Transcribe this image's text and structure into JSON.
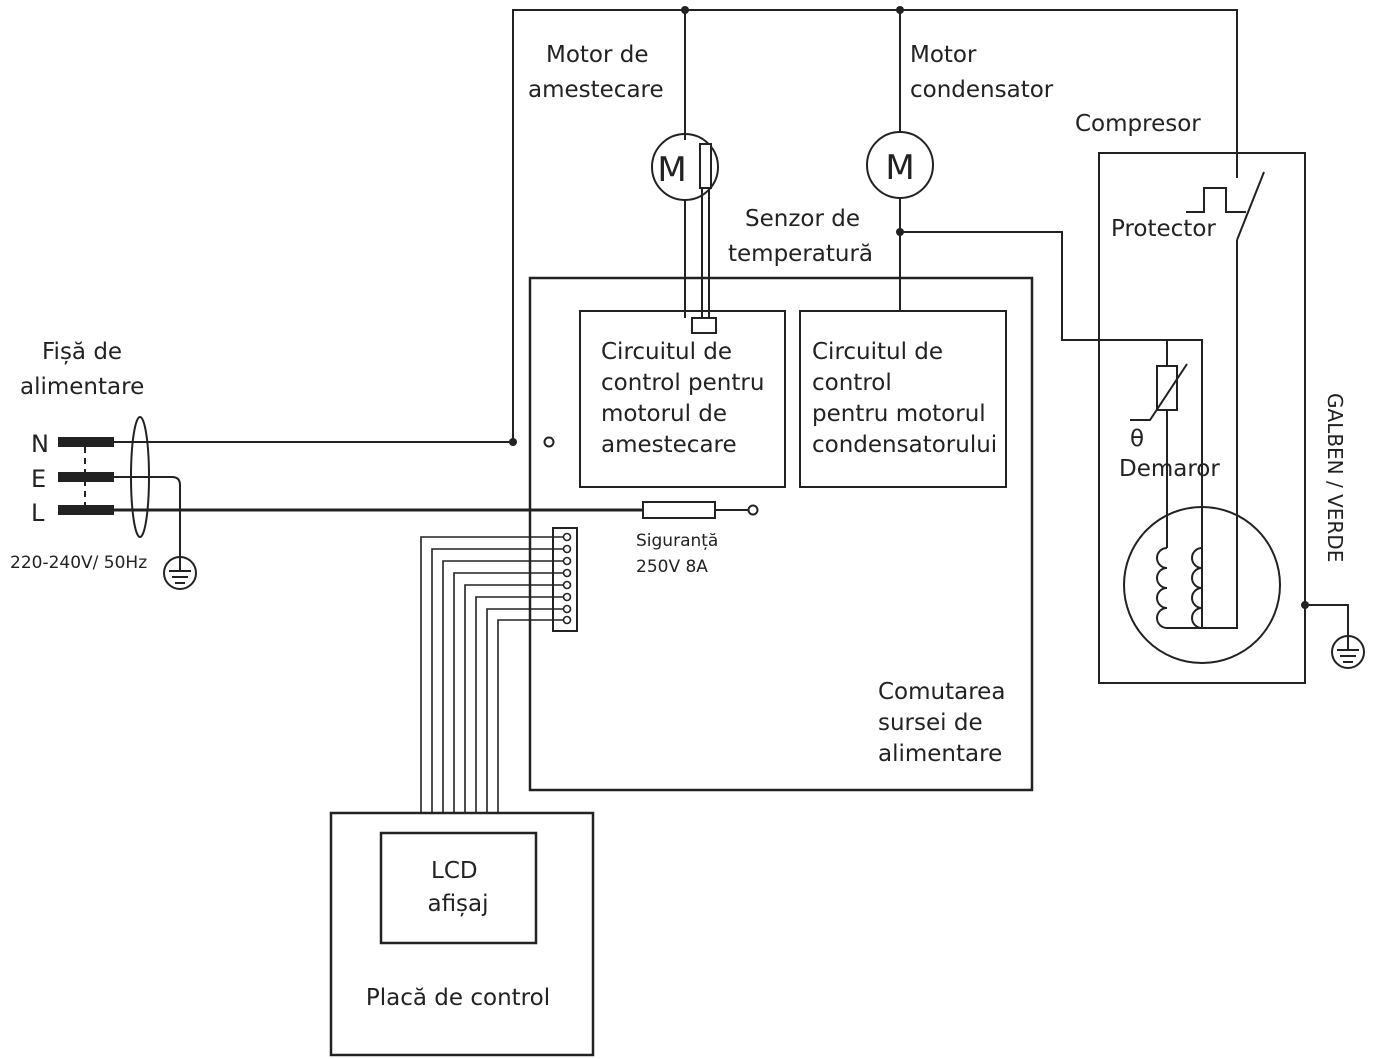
{
  "labels": {
    "motor_amestecare": [
      "Motor de",
      "amestecare"
    ],
    "motor_condensator": [
      "Motor",
      "condensator"
    ],
    "compresor": "Compresor",
    "senzor": [
      "Senzor de",
      "temperatură"
    ],
    "protector": "Protector",
    "circuit_amestecare": [
      "Circuitul de",
      "control pentru",
      "motorul de",
      "amestecare"
    ],
    "circuit_condensator": [
      "Circuitul de",
      "control",
      "pentru motorul",
      "condensatorului"
    ],
    "fisa": [
      "Fișă de",
      "alimentare"
    ],
    "pin_n": "N",
    "pin_e": "E",
    "pin_l": "L",
    "tensiune": "220-240V/ 50Hz",
    "siguranta": [
      "Siguranță",
      "250V   8A"
    ],
    "theta": "θ",
    "demaror": "Demaror",
    "galben_verde": "GALBEN / VERDE",
    "comutarea": [
      "Comutarea",
      "sursei de",
      "alimentare"
    ],
    "lcd": [
      "LCD",
      "afișaj"
    ],
    "placa": "Placă de control",
    "motor_symbol": "M"
  }
}
